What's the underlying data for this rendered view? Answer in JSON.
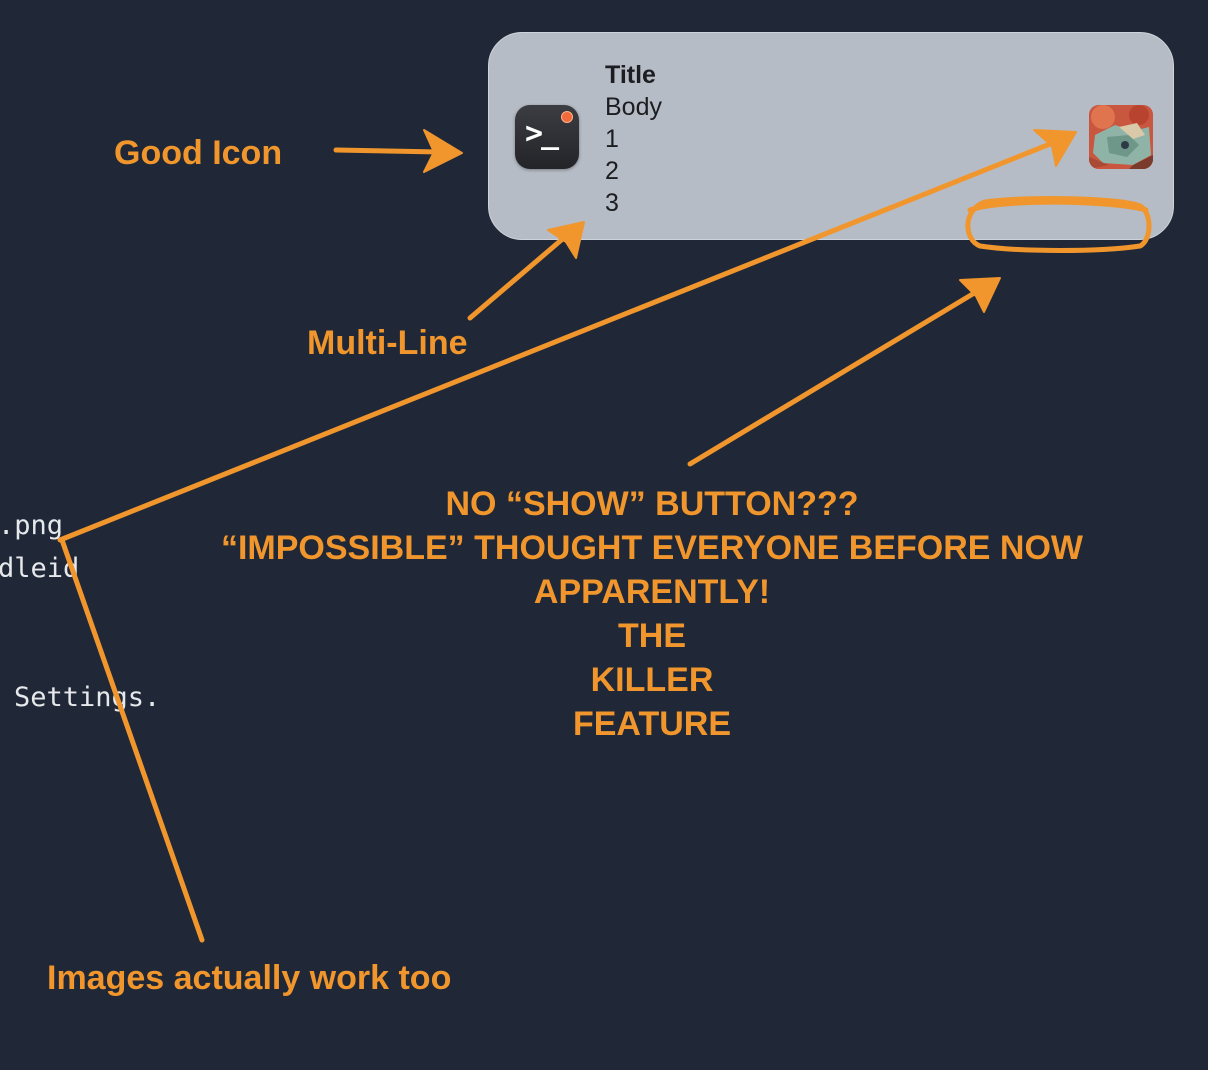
{
  "terminal": {
    "line1": ".png",
    "line2": "dleid",
    "line3": "Settings."
  },
  "notification": {
    "app_icon": "terminal-icon",
    "title": "Title",
    "body_lines": [
      "Body",
      "1",
      "2",
      "3"
    ],
    "attachment": "image-thumbnail"
  },
  "annotations": {
    "good_icon": "Good Icon",
    "multi_line": "Multi-Line",
    "images": "Images actually work too",
    "no_show": [
      "NO “SHOW” BUTTON???",
      "“IMPOSSIBLE” THOUGHT EVERYONE BEFORE NOW",
      "APPARENTLY!",
      "THE",
      "KILLER",
      "FEATURE"
    ]
  },
  "colors": {
    "background": "#202837",
    "annotation": "#f0962d",
    "notification_bg": "#b6bcc5"
  }
}
